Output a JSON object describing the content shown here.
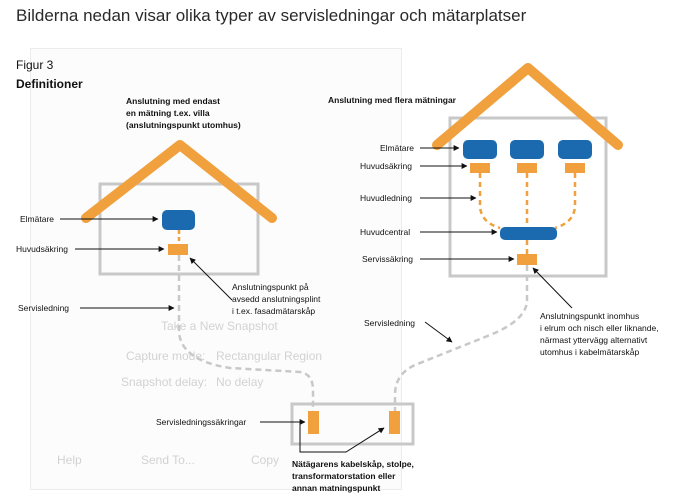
{
  "header": {
    "text": "Bilderna nedan visar olika typer av servisledningar och mätarplatser"
  },
  "figure": {
    "number": "Figur 3",
    "title": "Definitioner"
  },
  "ghost_ui": {
    "rows": [
      "Take a New Snapshot",
      "Capture mode:",
      "Rectangular Region",
      "Snapshot delay:",
      "No delay",
      "Help",
      "Send To...",
      "Copy"
    ]
  },
  "left_house": {
    "title_lines": [
      "Anslutning med endast",
      "en mätning t.ex. villa",
      "(anslutningspunkt utomhus)"
    ],
    "labels": {
      "elmatare": "Elmätare",
      "huvudsakring": "Huvudsäkring",
      "servisledning": "Servisledning"
    },
    "note_lines": [
      "Anslutningspunkt på",
      "avsedd anslutningsplint",
      "i t.ex. fasadmätarskåp"
    ]
  },
  "right_house": {
    "title": "Anslutning med flera mätningar",
    "labels": {
      "elmatare": "Elmätare",
      "huvudsakring": "Huvudsäkring",
      "huvudledning": "Huvudledning",
      "huvudcentral": "Huvudcentral",
      "servissakring": "Servissäkring",
      "servisledning": "Servisledning"
    },
    "note_lines": [
      "Anslutningspunkt inomhus",
      "i elrum och nisch eller liknande,",
      "närmast yttervägg alternativt",
      "utomhus i kabelmätarskåp"
    ]
  },
  "cabinet": {
    "fuse_label": "Servisledningssäkringar",
    "caption_lines": [
      "Nätägarens kabelskåp, stolpe,",
      "transformatorstation eller",
      "annan matningspunkt"
    ]
  },
  "colors": {
    "roof": "#f0a03c",
    "meter": "#1b6aaf",
    "fuse": "#f0a03c",
    "cable": "#c8c8c8",
    "wall": "#c8c8c8"
  }
}
